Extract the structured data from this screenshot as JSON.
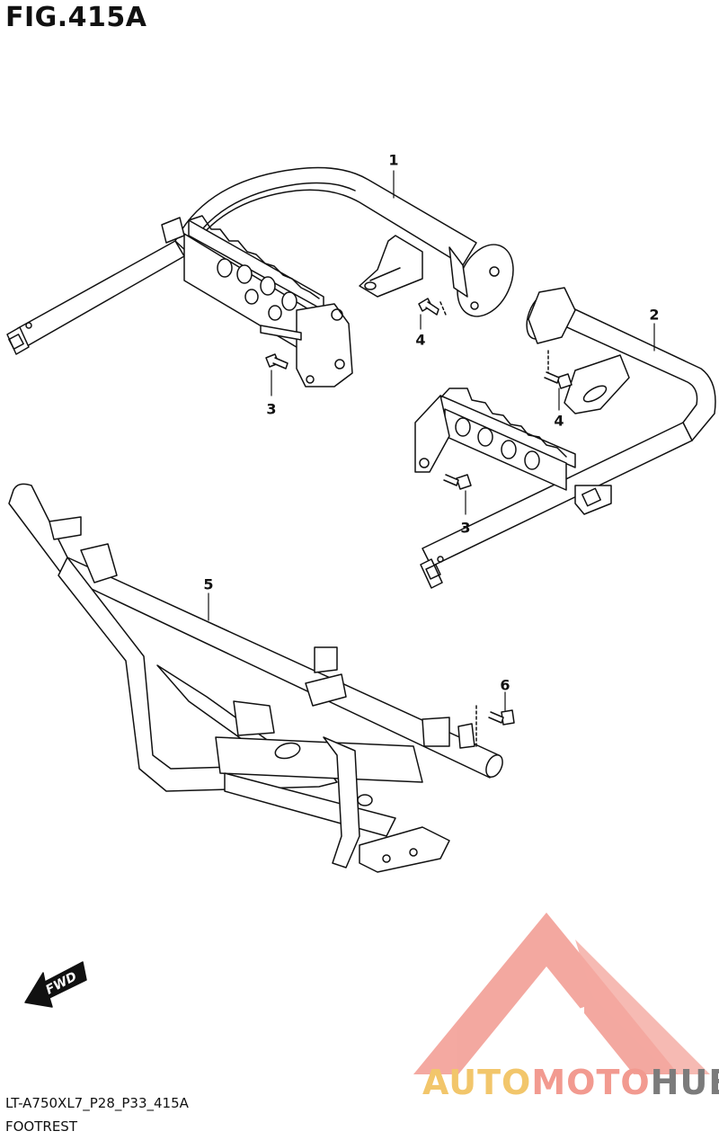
{
  "figure": {
    "title": "FIG.415A",
    "code": "LT-A750XL7_P28_P33_415A",
    "name": "FOOTREST"
  },
  "parts": [
    {
      "ref": "1"
    },
    {
      "ref": "2"
    },
    {
      "ref": "3"
    },
    {
      "ref": "3"
    },
    {
      "ref": "4"
    },
    {
      "ref": "4"
    },
    {
      "ref": "5"
    },
    {
      "ref": "6"
    }
  ],
  "direction_arrow": {
    "label": "FWD"
  },
  "watermark": {
    "part1": "AUTO",
    "part2": "MOTO",
    "part3": "HUB"
  },
  "colors": {
    "line": "#111111",
    "wm_yellow": "#f2c66b",
    "wm_red": "#f29a90",
    "wm_gray": "#7b7b7b"
  }
}
